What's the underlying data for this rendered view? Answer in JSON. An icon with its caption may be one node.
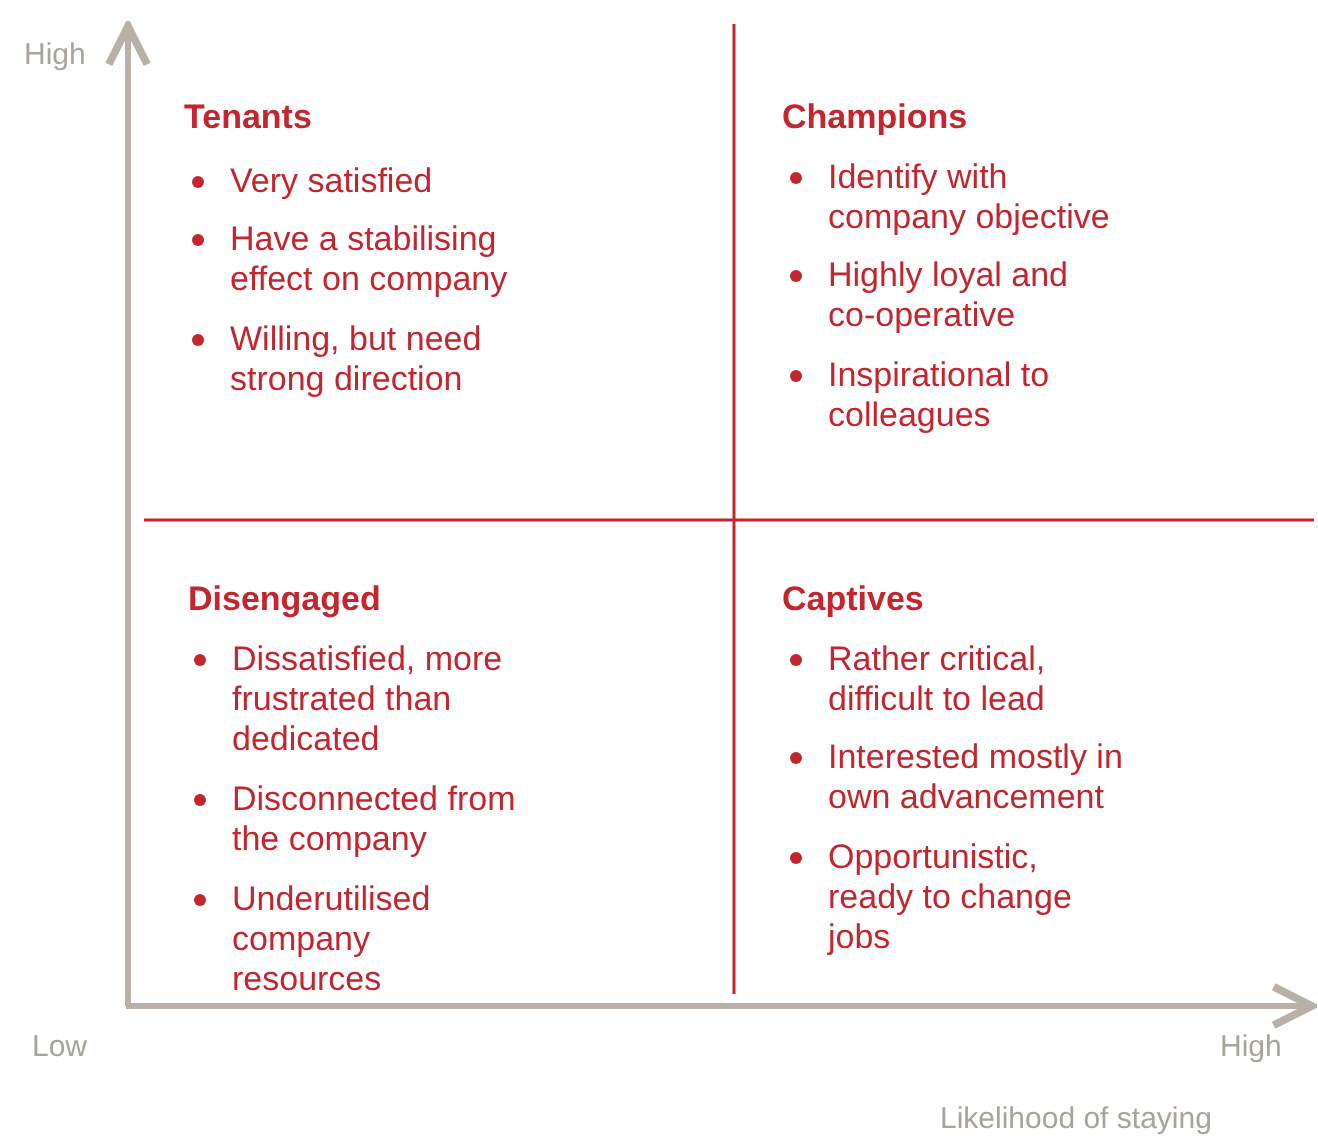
{
  "diagram": {
    "labels": [
      "High",
      "Tenants",
      "Very satisfied",
      "Have a stabilising effect on company",
      "Willing, but need strong direction",
      "Champions",
      "Identify with company objective",
      "Highly loyal and co-operative",
      "Inspirational to colleagues",
      "Disengaged",
      "Dissatisfied, more frustrated than dedicated",
      "Disconnected from the company",
      "Underutilised company resources",
      "Captives",
      "Rather critical, difficult to lead",
      "Interested mostly in own advancement",
      "Opportunistic, ready to change jobs",
      "Low",
      "High",
      "Likelihood of staying"
    ]
  }
}
